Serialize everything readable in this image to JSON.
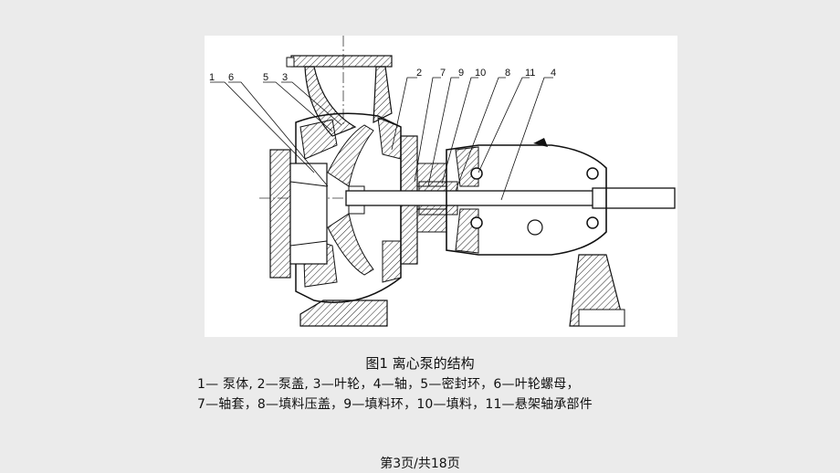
{
  "figure": {
    "part_numbers": [
      "1",
      "6",
      "5",
      "3",
      "2",
      "7",
      "9",
      "10",
      "8",
      "11",
      "4"
    ],
    "caption": "图1 离心泵的结构",
    "legend_line1": "1—  泵体, 2—泵盖, 3—叶轮，4—轴，5—密封环，6—叶轮螺母，",
    "legend_line2": "7—轴套，8—填料压盖，9—填料环，10—填料，11—悬架轴承部件"
  },
  "footer": {
    "page_indicator": "第3页/共18页"
  }
}
